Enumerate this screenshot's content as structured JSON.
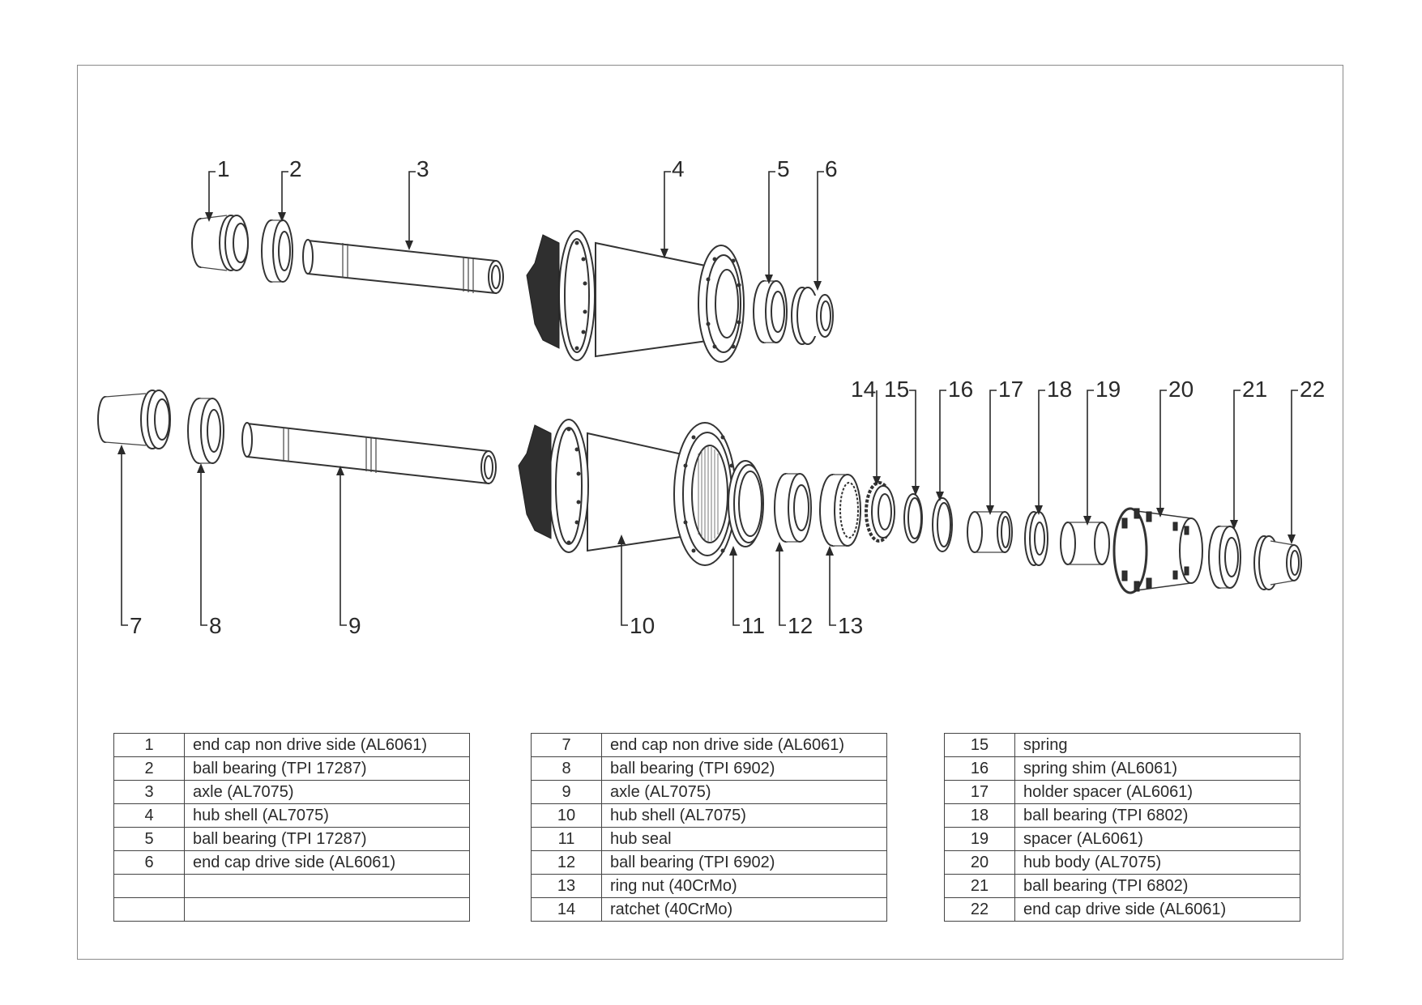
{
  "callouts": [
    {
      "id": "c1",
      "label": "1"
    },
    {
      "id": "c2",
      "label": "2"
    },
    {
      "id": "c3",
      "label": "3"
    },
    {
      "id": "c4",
      "label": "4"
    },
    {
      "id": "c5",
      "label": "5"
    },
    {
      "id": "c6",
      "label": "6"
    },
    {
      "id": "c7",
      "label": "7"
    },
    {
      "id": "c8",
      "label": "8"
    },
    {
      "id": "c9",
      "label": "9"
    },
    {
      "id": "c10",
      "label": "10"
    },
    {
      "id": "c11",
      "label": "11"
    },
    {
      "id": "c12",
      "label": "12"
    },
    {
      "id": "c13",
      "label": "13"
    },
    {
      "id": "c14",
      "label": "14"
    },
    {
      "id": "c15",
      "label": "15"
    },
    {
      "id": "c16",
      "label": "16"
    },
    {
      "id": "c17",
      "label": "17"
    },
    {
      "id": "c18",
      "label": "18"
    },
    {
      "id": "c19",
      "label": "19"
    },
    {
      "id": "c20",
      "label": "20"
    },
    {
      "id": "c21",
      "label": "21"
    },
    {
      "id": "c22",
      "label": "22"
    }
  ],
  "tables": [
    {
      "rows": [
        {
          "num": "1",
          "desc": "end cap non drive side (AL6061)"
        },
        {
          "num": "2",
          "desc": "ball bearing (TPI 17287)"
        },
        {
          "num": "3",
          "desc": "axle (AL7075)"
        },
        {
          "num": "4",
          "desc": "hub shell (AL7075)"
        },
        {
          "num": "5",
          "desc": "ball bearing (TPI 17287)"
        },
        {
          "num": "6",
          "desc": "end cap drive side (AL6061)"
        },
        {
          "num": "",
          "desc": ""
        },
        {
          "num": "",
          "desc": ""
        }
      ]
    },
    {
      "rows": [
        {
          "num": "7",
          "desc": "end cap non drive side (AL6061)"
        },
        {
          "num": "8",
          "desc": "ball bearing (TPI 6902)"
        },
        {
          "num": "9",
          "desc": "axle (AL7075)"
        },
        {
          "num": "10",
          "desc": "hub shell (AL7075)"
        },
        {
          "num": "11",
          "desc": "hub seal"
        },
        {
          "num": "12",
          "desc": "ball bearing (TPI 6902)"
        },
        {
          "num": "13",
          "desc": "ring nut (40CrMo)"
        },
        {
          "num": "14",
          "desc": "ratchet (40CrMo)"
        }
      ]
    },
    {
      "rows": [
        {
          "num": "15",
          "desc": "spring"
        },
        {
          "num": "16",
          "desc": "spring shim (AL6061)"
        },
        {
          "num": "17",
          "desc": "holder spacer (AL6061)"
        },
        {
          "num": "18",
          "desc": "ball bearing (TPI 6802)"
        },
        {
          "num": "19",
          "desc": "spacer (AL6061)"
        },
        {
          "num": "20",
          "desc": "hub body (AL7075)"
        },
        {
          "num": "21",
          "desc": "ball bearing (TPI 6802)"
        },
        {
          "num": "22",
          "desc": "end cap drive side (AL6061)"
        }
      ]
    }
  ]
}
